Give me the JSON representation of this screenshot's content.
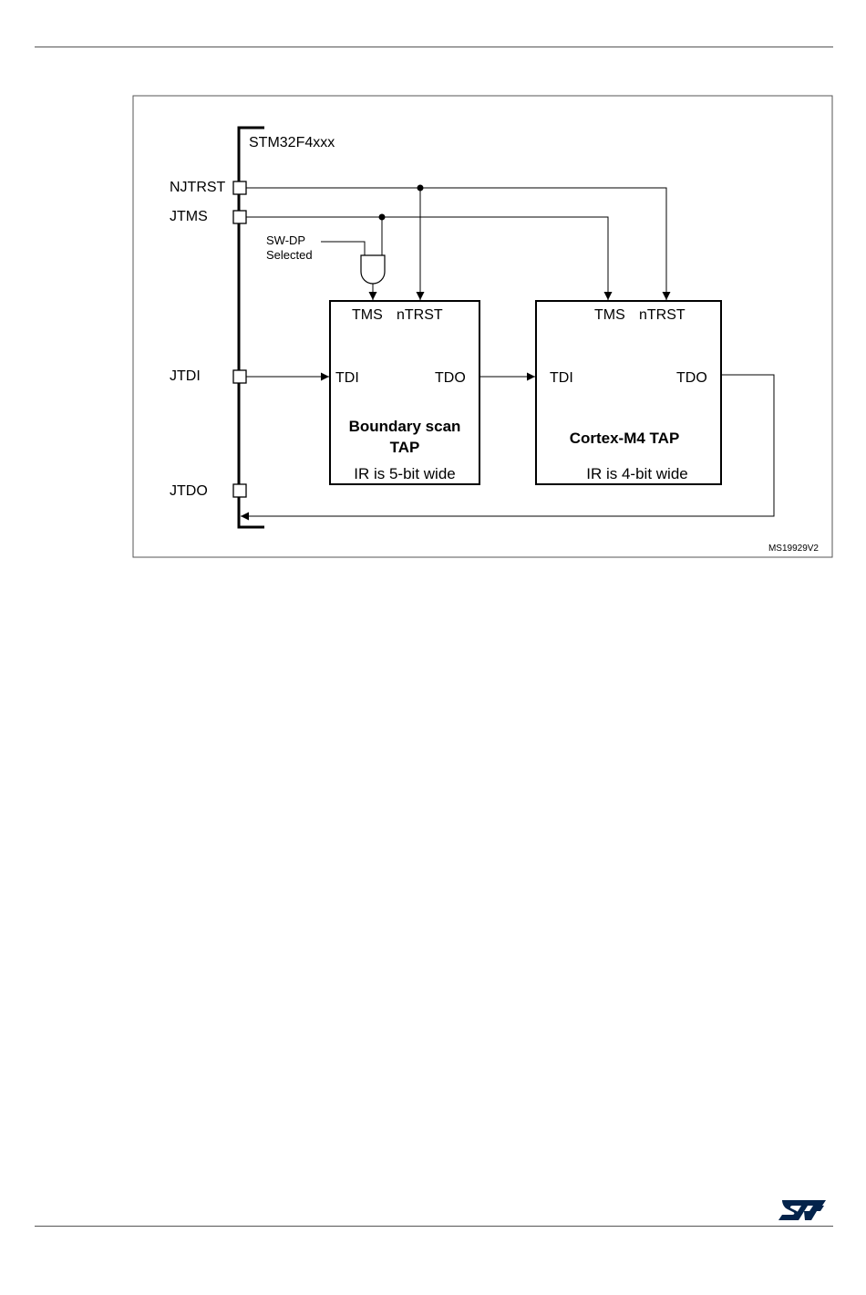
{
  "figure": {
    "chip_label": "STM32F4xxx",
    "pins": {
      "njtrst": "NJTRST",
      "jtms": "JTMS",
      "jtdi": "JTDI",
      "jtdo": "JTDO"
    },
    "sw_dp_label": [
      "SW-DP",
      "Selected"
    ],
    "boundary_tap": {
      "tms": "TMS",
      "ntrst": "nTRST",
      "tdi": "TDI",
      "tdo": "TDO",
      "title_line1": "Boundary scan",
      "title_line2": "TAP",
      "ir_note": "IR is 5-bit wide"
    },
    "cortex_tap": {
      "tms": "TMS",
      "ntrst": "nTRST",
      "tdi": "TDI",
      "tdo": "TDO",
      "title": "Cortex-M4 TAP",
      "ir_note": "IR is 4-bit wide"
    },
    "figure_code": "MS19929V2"
  },
  "logo": {
    "name": "st-logo-icon",
    "color": "#03234b"
  }
}
